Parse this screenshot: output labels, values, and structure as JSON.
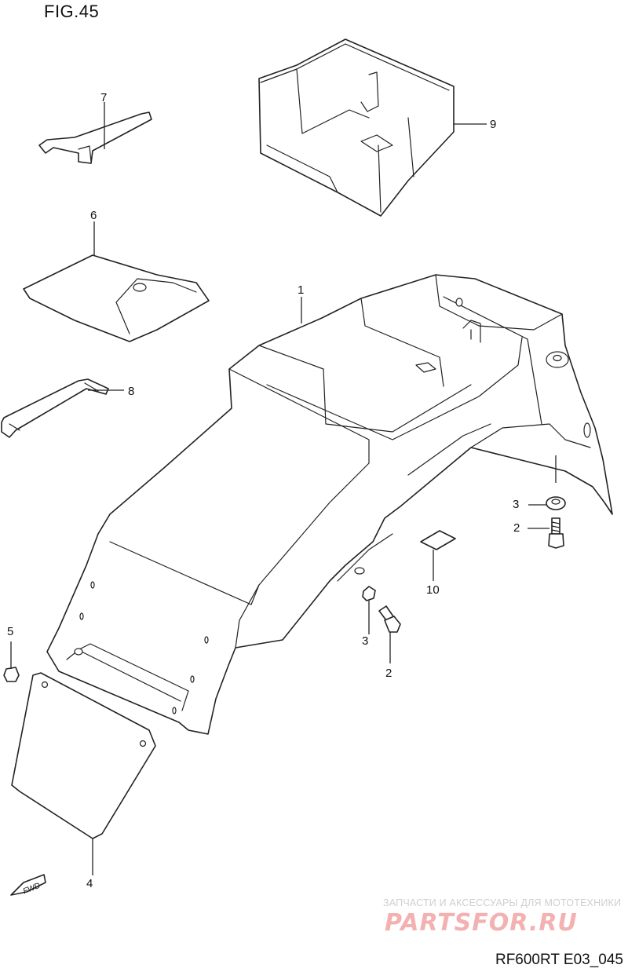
{
  "figure": {
    "title": "FIG.45",
    "page_code": "RF600RT E03_045"
  },
  "callouts": [
    {
      "id": "label-1",
      "text": "1"
    },
    {
      "id": "label-2-upper",
      "text": "2"
    },
    {
      "id": "label-2-lower",
      "text": "2"
    },
    {
      "id": "label-3-upper",
      "text": "3"
    },
    {
      "id": "label-3-lower",
      "text": "3"
    },
    {
      "id": "label-4",
      "text": "4"
    },
    {
      "id": "label-5",
      "text": "5"
    },
    {
      "id": "label-6",
      "text": "6"
    },
    {
      "id": "label-7",
      "text": "7"
    },
    {
      "id": "label-8",
      "text": "8"
    },
    {
      "id": "label-9",
      "text": "9"
    },
    {
      "id": "label-10",
      "text": "10"
    }
  ],
  "fwd_arrow": {
    "text": "FWD"
  },
  "watermark": {
    "line1": "ЗАПЧАСТИ И АКСЕССУАРЫ ДЛЯ МОТОТЕХНИКИ",
    "line2": "PARTSFOR.RU"
  }
}
